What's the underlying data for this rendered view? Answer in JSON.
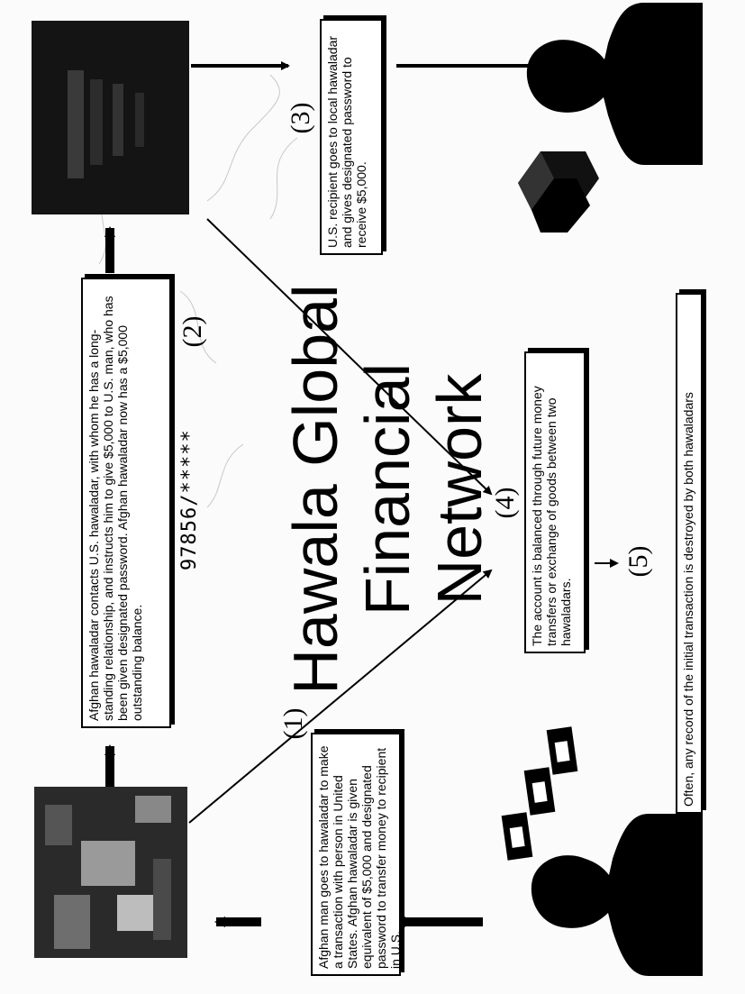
{
  "title": {
    "line1": "Hawala Global",
    "line2": "Financial",
    "line3": "Network"
  },
  "steps": [
    {
      "number": "(1)",
      "text": "Afghan man goes to hawaladar to make a transaction with person in United States.  Afghan hawaladar is given equivalent of $5,000 and designated password to transfer money to recipient in U.S."
    },
    {
      "number": "(2)",
      "text": "Afghan hawaladar contacts U.S. hawaladar, with whom he has a long-standing relationship, and instructs him to give $5,000 to U.S. man, who has been given designated password. Afghan hawaladar now has a $5,000 outstanding balance."
    },
    {
      "number": "(3)",
      "text": "U.S. recipient goes to local hawaladar and gives designated password to receive $5,000."
    },
    {
      "number": "(4)",
      "text": "The account is balanced through future money transfers or exchange of goods between two hawaladars."
    },
    {
      "number": "(5)",
      "text": "Often, any record of the initial transaction is destroyed by both hawaladars"
    }
  ],
  "password_code": "97856/*****",
  "icons": [
    "afghan-man-silhouette-icon",
    "us-recipient-silhouette-icon",
    "currency-notes-icon",
    "cash-bundle-icon",
    "afghan-hawaladar-photo",
    "us-hawaladar-photo"
  ],
  "colors": {
    "background": "#fbfbfb",
    "ink": "#000000",
    "box": "#ffffff"
  }
}
